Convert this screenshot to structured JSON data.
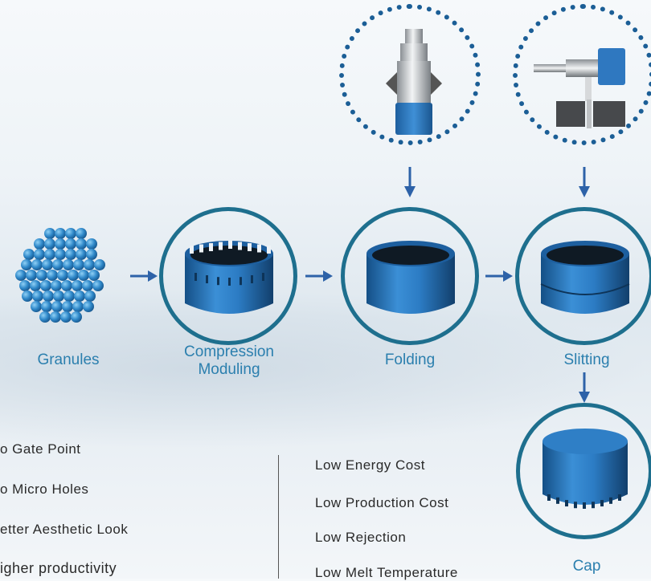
{
  "stages": {
    "granules": "Granules",
    "compression_line1": "Compression",
    "compression_line2": "Moduling",
    "folding": "Folding",
    "slitting": "Slitting",
    "cap": "Cap"
  },
  "benefits_left": [
    "o Gate Point",
    "o Micro Holes",
    "etter Aesthetic Look",
    "igher productivity"
  ],
  "benefits_right": [
    "Low Energy Cost",
    "Low Production Cost",
    "Low Rejection",
    "Low Melt Temperature"
  ],
  "colors": {
    "ring": "#1e6f8e",
    "arrow": "#2d62a8",
    "label": "#2b7fae",
    "cap_blue": "#1f6fb5"
  }
}
